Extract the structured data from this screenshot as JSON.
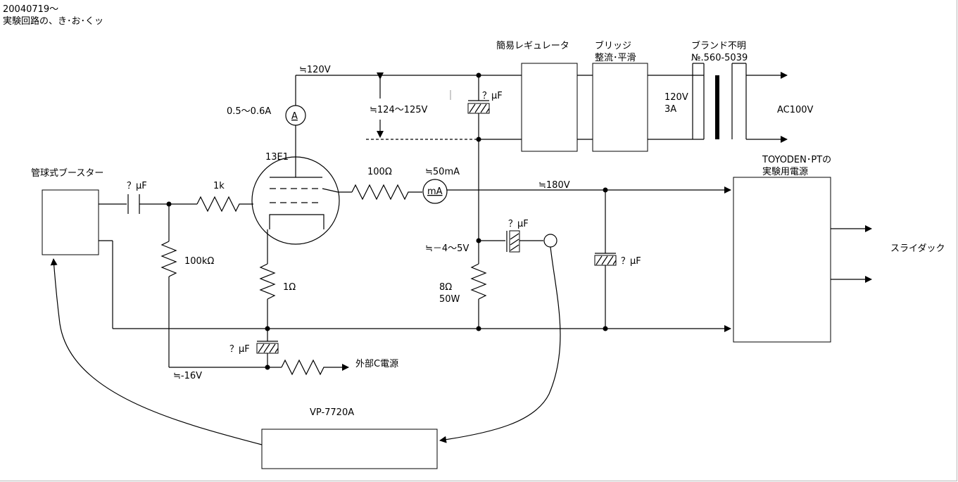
{
  "header": {
    "date": "20040719～",
    "title": "実験回路の、き･お･くッ"
  },
  "blocks": {
    "booster": "管球式ブースター",
    "regulator": "簡易レギュレータ",
    "bridge_line1": "ブリッジ",
    "bridge_line2": "整流･平滑",
    "transformer_brand_line1": "ブランド不明",
    "transformer_brand_line2": "№.560-5039",
    "transformer_rating_line1": "120V",
    "transformer_rating_line2": "3A",
    "ac_input": "AC100V",
    "pt_line1": "TOYODEN･PTの",
    "pt_line2": "実験用電源",
    "slidac": "スライダック",
    "analyzer": "VP-7720A",
    "external_bias": "外部C電源"
  },
  "components": {
    "tube": "13E1",
    "ammeter_symbol": "A",
    "milliammeter_symbol": "mA",
    "cap_input": "？μF",
    "cap_regulator": "？μF",
    "cap_output": "？μF",
    "cap_bypass": "？μF",
    "cap_bias": "？μF",
    "r_grid": "1k",
    "r_grid_leak": "100kΩ",
    "r_plate": "100Ω",
    "r_cathode": "1Ω",
    "r_load_line1": "8Ω",
    "r_load_line2": "50W"
  },
  "measurements": {
    "heater_current": "0.5～0.6A",
    "heater_voltage": "≒120V",
    "regulator_span": "≒124～125V",
    "plate_current": "≒50mA",
    "plate_voltage": "≒180V",
    "output_voltage": "≒－4～5V",
    "bias_voltage": "≒-16V"
  }
}
